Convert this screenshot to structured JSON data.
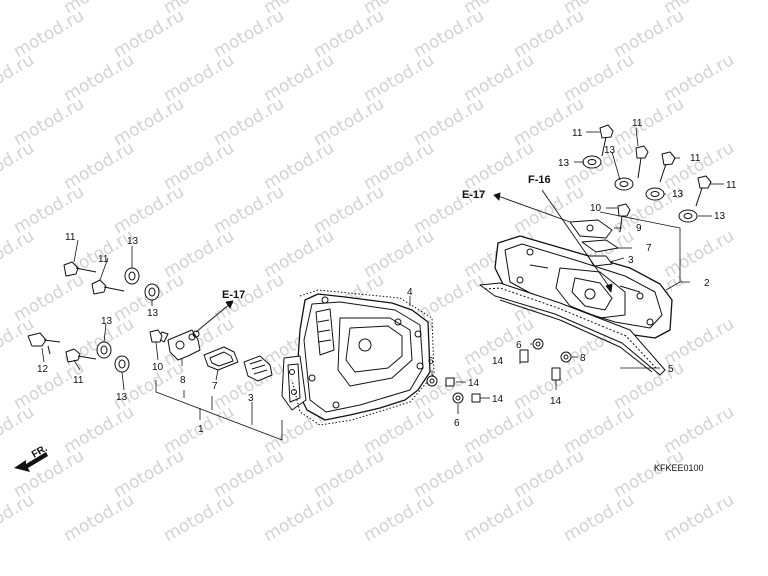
{
  "watermark": "motod.ru",
  "diagram_code": "KFKEE0100",
  "front_label": "FR.",
  "refs": {
    "e17_left": "E-17",
    "e17_right": "E-17",
    "f16": "F-16"
  },
  "callouts": {
    "c11a": "11",
    "c11b": "11",
    "c11c": "11",
    "c11d": "11",
    "c11e": "11",
    "c11f": "11",
    "c11g": "11",
    "c13a": "13",
    "c13b": "13",
    "c13c": "13",
    "c13d": "13",
    "c13e": "13",
    "c13f": "13",
    "c13g": "13",
    "c12": "12",
    "c10a": "10",
    "c10b": "10",
    "c8a": "8",
    "c8b": "8",
    "c7a": "7",
    "c7b": "7",
    "c3a": "3",
    "c3b": "3",
    "c1": "1",
    "c4": "4",
    "c2": "2",
    "c5": "5",
    "c9": "9",
    "c6a": "6",
    "c6b": "6",
    "c6c": "6",
    "c14a": "14",
    "c14b": "14",
    "c14c": "14",
    "c14d": "14"
  },
  "colors": {
    "line": "#111111",
    "watermark": "#d2d2d2"
  }
}
